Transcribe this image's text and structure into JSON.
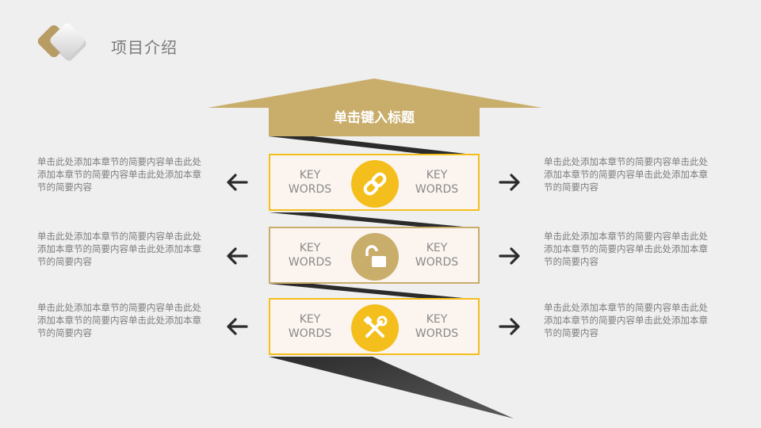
{
  "slide": {
    "title": "项目介绍"
  },
  "header": {
    "label": "单击键入标题"
  },
  "colors": {
    "gold": "#c9ad6b",
    "yellow": "#f4bf1c",
    "dark": "#2b2b2b",
    "box_bg": "#fbf4ef"
  },
  "rows": [
    {
      "icon": "link-icon",
      "left_words": [
        "KEY",
        "WORDS"
      ],
      "right_words": [
        "KEY",
        "WORDS"
      ],
      "left_desc": "单击此处添加本章节的简要内容单击此处添加本章节的简要内容单击此处添加本章节的简要内容",
      "right_desc": "单击此处添加本章节的简要内容单击此处添加本章节的简要内容单击此处添加本章节的简要内容"
    },
    {
      "icon": "unlock-icon",
      "left_words": [
        "KEY",
        "WORDS"
      ],
      "right_words": [
        "KEY",
        "WORDS"
      ],
      "left_desc": "单击此处添加本章节的简要内容单击此处添加本章节的简要内容单击此处添加本章节的简要内容",
      "right_desc": "单击此处添加本章节的简要内容单击此处添加本章节的简要内容单击此处添加本章节的简要内容"
    },
    {
      "icon": "tools-icon",
      "left_words": [
        "KEY",
        "WORDS"
      ],
      "right_words": [
        "KEY",
        "WORDS"
      ],
      "left_desc": "单击此处添加本章节的简要内容单击此处添加本章节的简要内容单击此处添加本章节的简要内容",
      "right_desc": "单击此处添加本章节的简要内容单击此处添加本章节的简要内容单击此处添加本章节的简要内容"
    }
  ]
}
